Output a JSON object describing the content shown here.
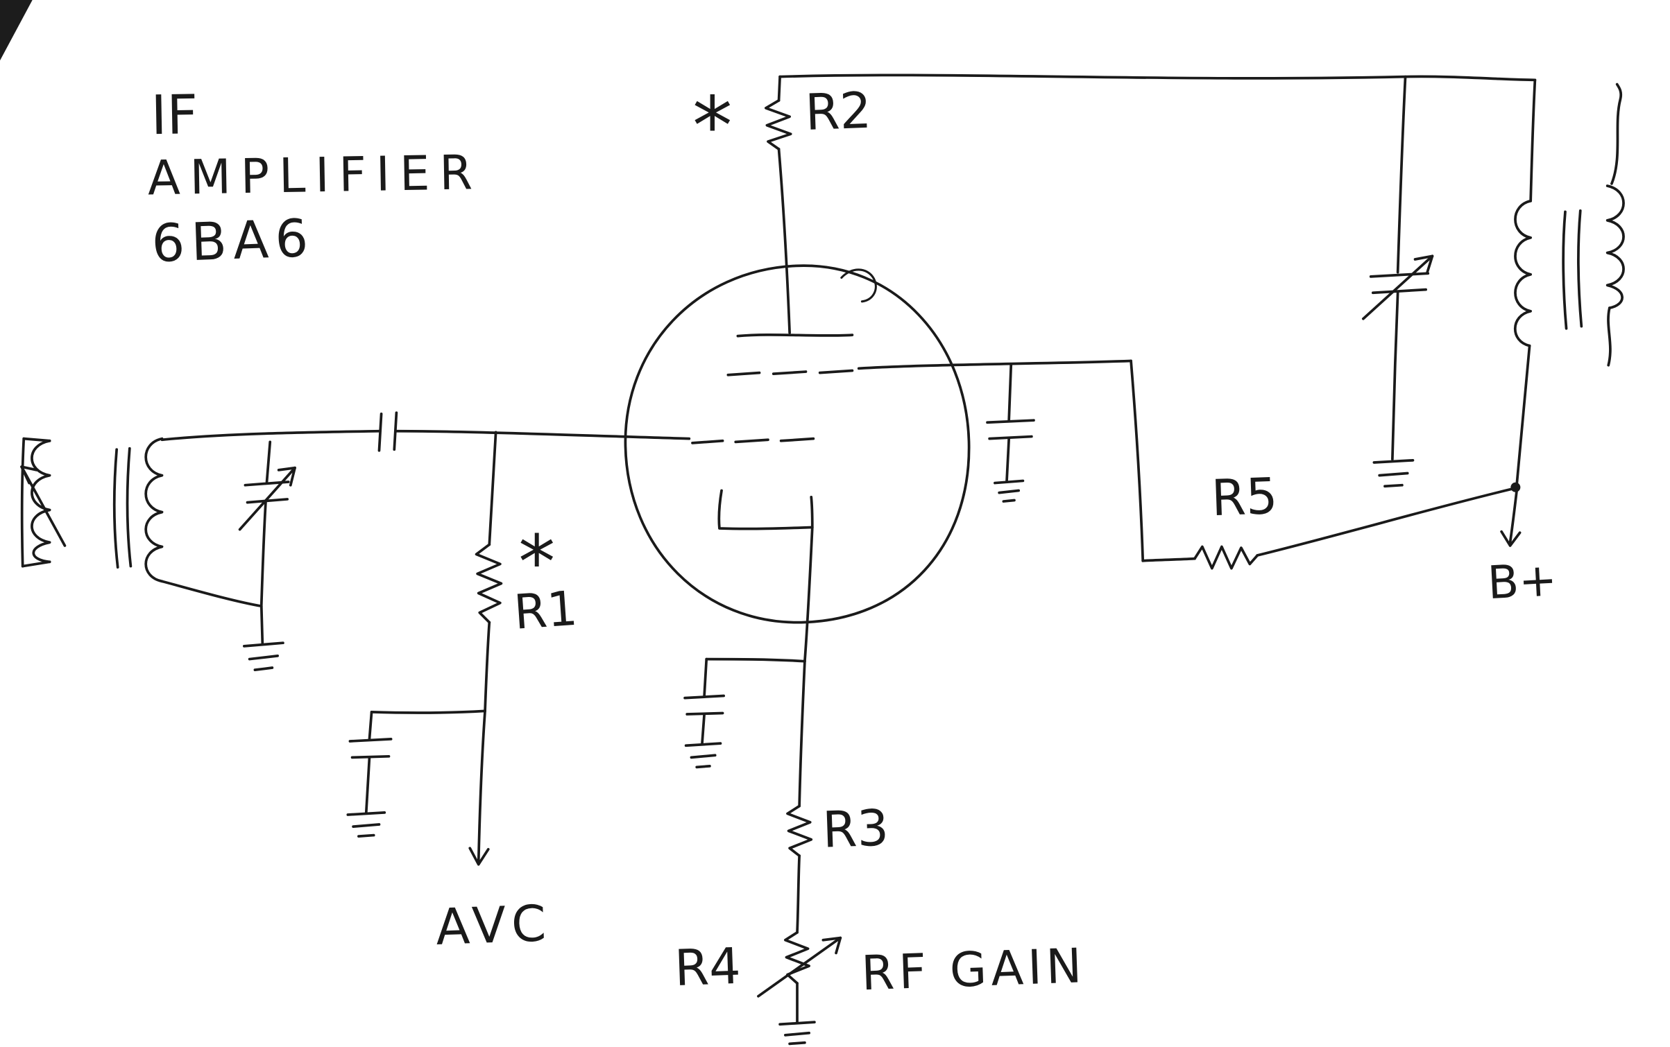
{
  "page": {
    "kind": "hand-drawn vacuum-tube circuit schematic (ink on white paper scan)",
    "ink_color": "#1a1a1a",
    "paper_color": "#ffffff"
  },
  "title": {
    "line1": "IF",
    "line2": "AMPLIFIER",
    "line3": "6BA6"
  },
  "labels": {
    "r2_star": "*",
    "r2": "R2",
    "r1_star": "*",
    "r1": "R1",
    "avc": "AVC",
    "r3": "R3",
    "r4": "R4",
    "rf_gain": "RF GAIN",
    "r5": "R5",
    "b_plus": "B+"
  },
  "components": [
    "input IF transformer with adjustable core arrow and trimmer capacitor to ground",
    "coupling capacitor to control grid",
    "6BA6 pentode tube envelope with plate, two dashed grids and cathode",
    "plate load resistor R2 (starred) to top supply rail",
    "grid resistor R1 (starred) to AVC line with bypass capacitor to ground",
    "cathode bypass capacitor to ground, cathode resistor R3, variable resistor R4 RF GAIN to ground",
    "screen grid bypass capacitor to ground and dropping resistor R5 to B+",
    "output IF transformer with trimmer capacitor to ground, primary to B+ node with arrow"
  ]
}
